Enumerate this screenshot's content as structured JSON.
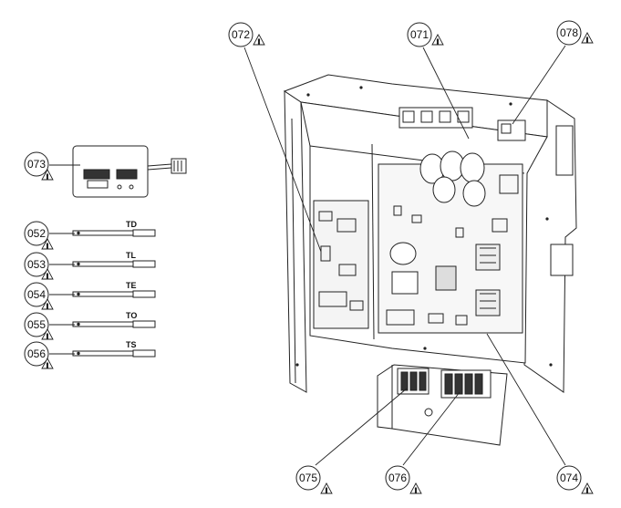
{
  "callouts": {
    "c072": "072",
    "c071": "071",
    "c078": "078",
    "c073": "073",
    "c052": "052",
    "c053": "053",
    "c054": "054",
    "c055": "055",
    "c056": "056",
    "c075": "075",
    "c076": "076",
    "c074": "074"
  },
  "sensor_labels": {
    "td": "TD",
    "tl": "TL",
    "te": "TE",
    "to": "TO",
    "ts": "TS"
  },
  "warning_glyph": "!",
  "icons": [
    "warning-triangle-icon"
  ]
}
